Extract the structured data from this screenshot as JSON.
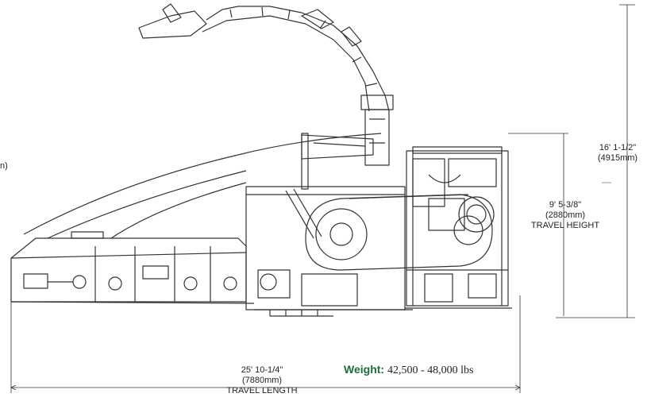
{
  "dimensions": {
    "overall_height": {
      "imperial": "16' 1-1/2\"",
      "metric": "(4915mm)"
    },
    "travel_height": {
      "imperial": "9' 5-3/8\"",
      "metric": "(2880mm)",
      "label": "TRAVEL HEIGHT"
    },
    "travel_length": {
      "imperial": "25' 10-1/4\"",
      "metric": "(7880mm)",
      "label": "TRAVEL LENGTH"
    },
    "cut_off_label": "n)"
  },
  "weight": {
    "label": "Weight:",
    "value": "42,500 - 48,000 lbs"
  },
  "colors": {
    "line": "#333333",
    "weight_label": "#1f6b3a"
  }
}
